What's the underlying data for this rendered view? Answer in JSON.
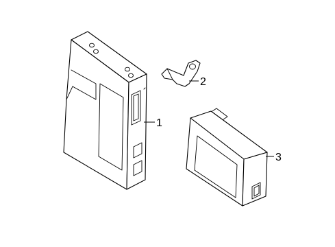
{
  "callouts": {
    "part1": "1",
    "part2": "2",
    "part3": "3"
  },
  "colors": {
    "stroke": "#000000",
    "background": "#ffffff"
  }
}
